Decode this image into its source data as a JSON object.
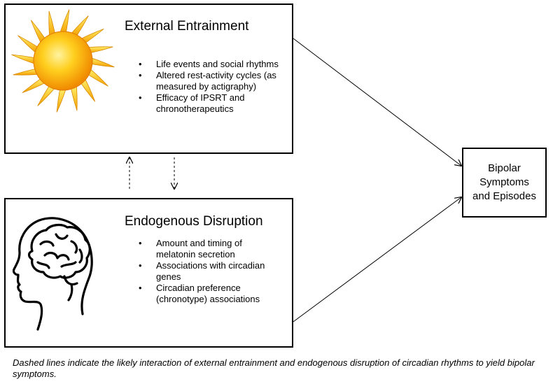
{
  "external": {
    "title": "External Entrainment",
    "icon": "sun-icon",
    "items": [
      "Life events and social rhythms",
      "Altered rest-activity cycles (as measured by actigraphy)",
      "Efficacy of IPSRT and chronotherapeutics"
    ]
  },
  "endogenous": {
    "title": "Endogenous Disruption",
    "icon": "brain-head-icon",
    "items": [
      "Amount and timing of melatonin secretion",
      "Associations with circadian genes",
      "Circadian preference (chronotype) associations"
    ]
  },
  "outcome": {
    "label": "Bipolar Symptoms and Episodes"
  },
  "caption": "Dashed lines indicate the likely interaction of external entrainment and endogenous disruption of circadian rhythms to yield bipolar symptoms."
}
